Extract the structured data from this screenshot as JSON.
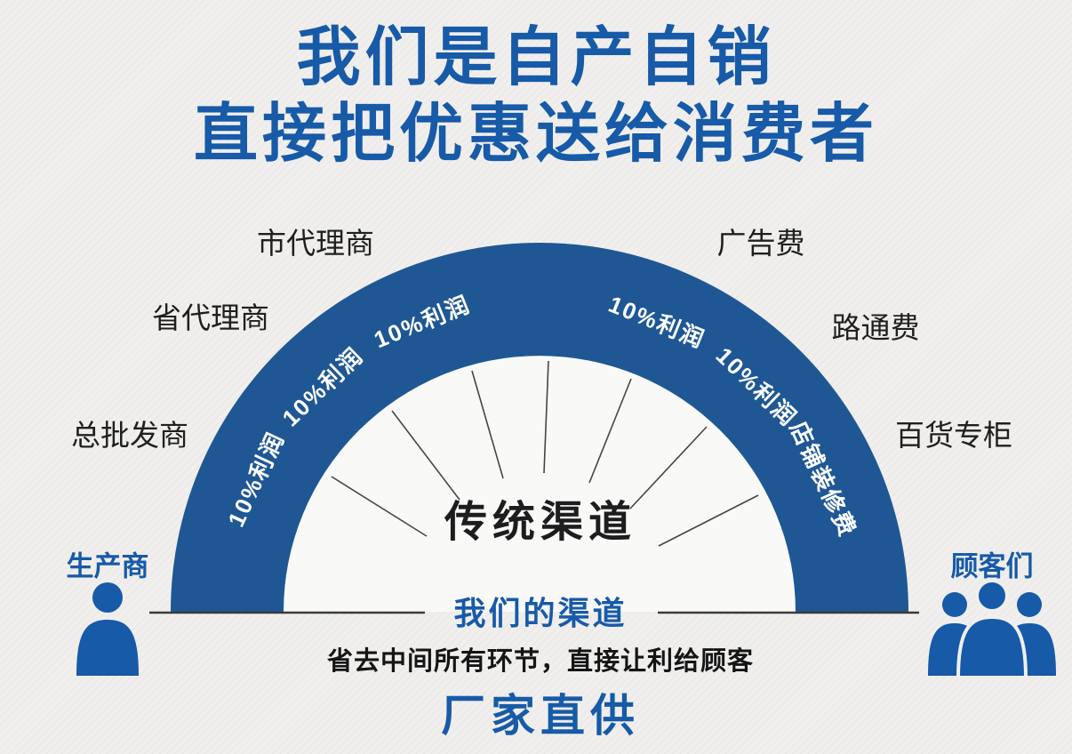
{
  "colors": {
    "brand_blue": "#175aa8",
    "arch_blue": "#1f5795",
    "text_dark": "#1f1f1f"
  },
  "title": {
    "line1": "我们是自产自销",
    "line2": "直接把优惠送给消费者"
  },
  "arch": {
    "center_label": "传统渠道",
    "ring_labels": [
      "10%利润",
      "10%利润",
      "10%利润",
      "10%利润",
      "10%利润",
      "店铺装修费"
    ],
    "outer_labels_left": [
      "市代理商",
      "省代理商",
      "总批发商"
    ],
    "outer_labels_right": [
      "广告费",
      "路通费",
      "百货专柜"
    ]
  },
  "bottom": {
    "producer": "生产商",
    "customers": "顾客们",
    "our_channel": "我们的渠道",
    "description": "省去中间所有环节，直接让利给顾客",
    "footer": "厂家直供"
  }
}
